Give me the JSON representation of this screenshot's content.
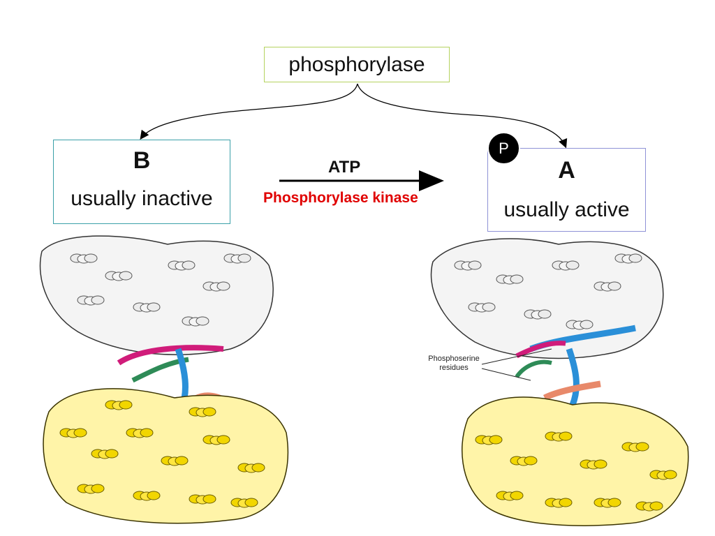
{
  "top": {
    "label": "phosphorylase"
  },
  "form_b": {
    "letter": "B",
    "state": "usually inactive"
  },
  "form_a": {
    "letter": "A",
    "state": "usually active",
    "phosphate_label": "P"
  },
  "reaction": {
    "cofactor": "ATP",
    "enzyme": "Phosphorylase kinase",
    "enzyme_color": "#e00000"
  },
  "annotation": {
    "line1": "Phosphoserine",
    "line2": "residues"
  },
  "colors": {
    "helix_yellow": "#f2d600",
    "helix_white": "#e8e8e8",
    "helix_blue": "#2a8fd8",
    "helix_green": "#2e8b57",
    "helix_magenta": "#d01c7a",
    "helix_salmon": "#e8896a"
  },
  "images": [
    {
      "name": "structure-b-image",
      "description": "ribbon structure of phosphorylase B"
    },
    {
      "name": "structure-a-image",
      "description": "ribbon structure of phosphorylase A"
    }
  ]
}
